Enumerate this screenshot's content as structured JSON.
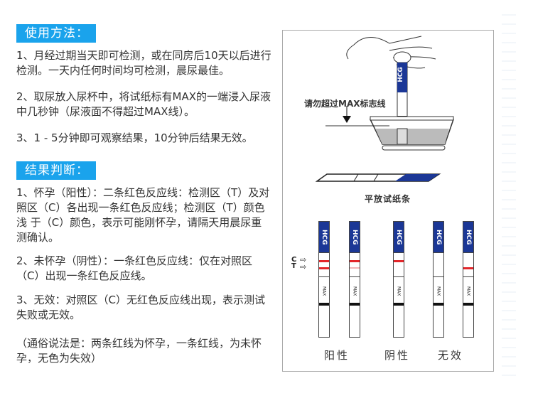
{
  "usage": {
    "title": "使用方法：",
    "steps": [
      "1、月经过期当天即可检测，或在同房后10天以后进行检测。一天内任何时间均可检测，晨尿最佳。",
      "2、取尿放入尿杯中，将试纸标有MAX的一端浸入尿液中几秒钟（尿液面不得超过MAX线）。",
      "3、1 - 5分钟即可观察结果，10分钟后结果无效。"
    ]
  },
  "results": {
    "title": "结果判断：",
    "items": [
      "1、怀孕（阳性）：二条红色反应线：检测区（T）及对照区（C）各出现一条红色反应线；检测区（T）颜色浅 于（C）颜色，表示可能刚怀孕，请隔天用晨尿重测确认。",
      "2、未怀孕（阴性）：一条红色反应线：仅在对照区（C）出现一条红色反应线。",
      "3、无效：对照区（C）无红色反应线出现，表示测试失败或无效。",
      "（通俗说法是：两条红线为怀孕，一条红线，为未怀孕，无色为失效）"
    ]
  },
  "diagram": {
    "warning_label": "请勿超过MAX标志线",
    "strip_brand": "HCG",
    "flat_label": "平放试纸条",
    "max_label": "MAX",
    "c_label": "C",
    "t_label": "T",
    "arrow_glyph": "⇨",
    "result_labels": [
      "阳性",
      "阴性",
      "无效"
    ],
    "colors": {
      "badge": "#1aa3ec",
      "strip_blue": "#1b3796",
      "line_red": "#e3262a"
    }
  }
}
